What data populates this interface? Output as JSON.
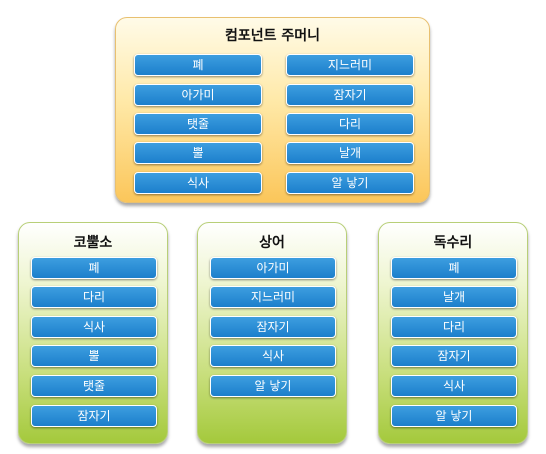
{
  "top": {
    "title": "컴포넌트 주머니",
    "left_items": [
      "폐",
      "아가미",
      "탯줄",
      "뿔",
      "식사"
    ],
    "right_items": [
      "지느러미",
      "잠자기",
      "다리",
      "날개",
      "알 낳기"
    ]
  },
  "elephant": {
    "title": "코뿔소",
    "items": [
      "폐",
      "다리",
      "식사",
      "뿔",
      "탯줄",
      "잠자기"
    ]
  },
  "shark": {
    "title": "상어",
    "items": [
      "아가미",
      "지느러미",
      "잠자기",
      "식사",
      "알 낳기"
    ]
  },
  "eagle": {
    "title": "독수리",
    "items": [
      "폐",
      "날개",
      "다리",
      "잠자기",
      "식사",
      "알 낳기"
    ]
  }
}
